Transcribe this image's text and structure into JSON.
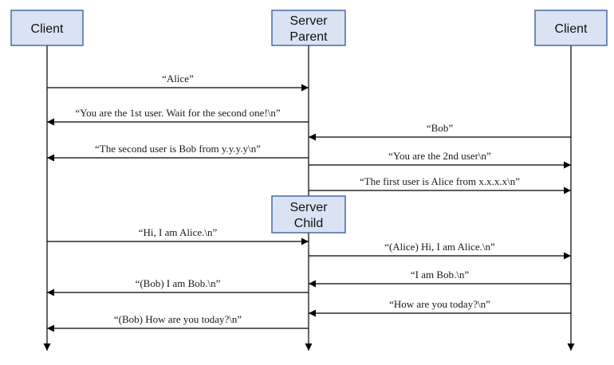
{
  "colors": {
    "box_fill": "#dae3f3",
    "box_stroke": "#2f5597",
    "line": "#000000"
  },
  "participants": [
    {
      "id": "client_left",
      "lines": [
        "Client"
      ]
    },
    {
      "id": "server_parent",
      "lines": [
        "Server",
        "Parent"
      ]
    },
    {
      "id": "client_right",
      "lines": [
        "Client"
      ]
    }
  ],
  "server_child": {
    "lines": [
      "Server",
      "Child"
    ]
  },
  "messages": [
    {
      "from": "client_left",
      "to": "server_parent",
      "label": "“Alice”"
    },
    {
      "from": "server_parent",
      "to": "client_left",
      "label": "“You are the 1st user. Wait for the second one!\\n”"
    },
    {
      "from": "client_right",
      "to": "server_parent",
      "label": "“Bob”"
    },
    {
      "from": "server_parent",
      "to": "client_left",
      "label": "“The second user is Bob from y.y.y.y\\n”"
    },
    {
      "from": "server_parent",
      "to": "client_right",
      "label": "“You are the 2nd user\\n”"
    },
    {
      "from": "server_parent",
      "to": "client_right",
      "label": "“The first user is Alice from x.x.x.x\\n”"
    },
    {
      "from": "client_left",
      "to": "server_parent",
      "label": "“Hi, I am Alice.\\n”"
    },
    {
      "from": "server_parent",
      "to": "client_right",
      "label": "“(Alice) Hi, I am Alice.\\n”"
    },
    {
      "from": "client_right",
      "to": "server_parent",
      "label": "“I am Bob.\\n”"
    },
    {
      "from": "server_parent",
      "to": "client_left",
      "label": "“(Bob) I am Bob.\\n”"
    },
    {
      "from": "client_right",
      "to": "server_parent",
      "label": "“How are you today?\\n”"
    },
    {
      "from": "server_parent",
      "to": "client_left",
      "label": "“(Bob) How are you today?\\n”"
    }
  ]
}
